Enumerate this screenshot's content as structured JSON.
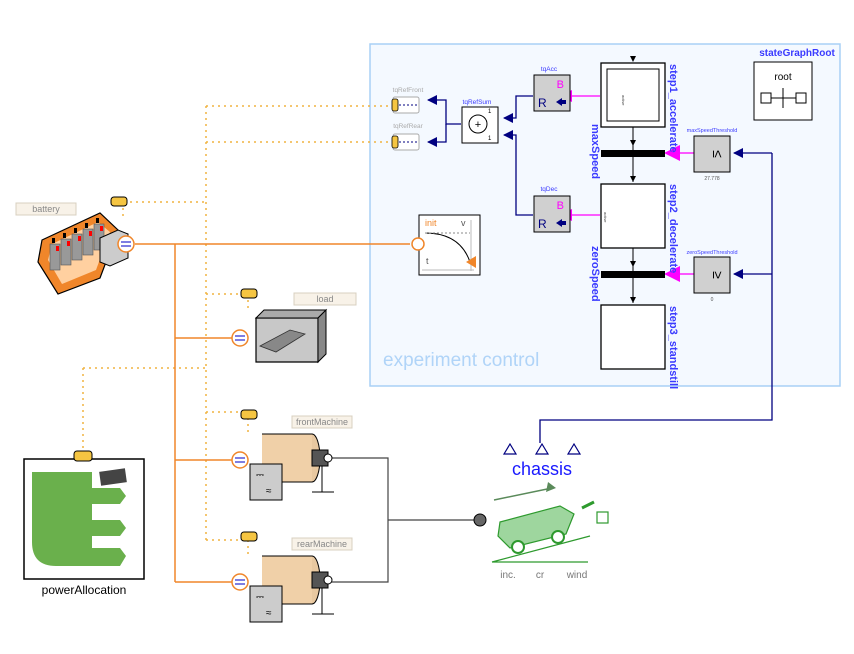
{
  "diagram": {
    "groups": {
      "experiment_control": {
        "label": "experiment control"
      }
    },
    "components": {
      "battery": {
        "label": "battery"
      },
      "load": {
        "label": "load"
      },
      "front_machine": {
        "label": "frontMachine"
      },
      "rear_machine": {
        "label": "rearMachine"
      },
      "power_allocation": {
        "label": "powerAllocation"
      },
      "chassis": {
        "label": "chassis",
        "port_labels": [
          "inc.",
          "cr",
          "wind"
        ]
      },
      "tq_ref_front": {
        "label": "tqRefFront"
      },
      "tq_ref_rear": {
        "label": "tqRefRear"
      },
      "tq_ref_sum": {
        "label": "tqRefSum",
        "input_gain_1": "1",
        "input_gain_2": "1",
        "symbol": "+"
      },
      "tq_acc": {
        "label": "tqAcc",
        "symbol_b": "B",
        "symbol_r": "R"
      },
      "tq_dec": {
        "label": "tqDec",
        "symbol_b": "B",
        "symbol_r": "R"
      },
      "speed_source": {
        "label_init": "init",
        "label_v": "v",
        "label_t": "t"
      },
      "step1": {
        "label": "step1_accelerate",
        "active_label": "active"
      },
      "step2": {
        "label": "step2_decelerate",
        "active_label": "active"
      },
      "step3": {
        "label": "step3_standstill"
      },
      "transition_max": {
        "label": "maxSpeed"
      },
      "transition_zero": {
        "label": "zeroSpeed"
      },
      "max_speed_threshold": {
        "label": "maxSpeedThreshold",
        "symbol": "≤",
        "value": "27.778"
      },
      "zero_speed_threshold": {
        "label": "zeroSpeedThreshold",
        "symbol": "≥",
        "value": "0"
      },
      "state_graph_root": {
        "label": "stateGraphRoot",
        "inner_label": "root"
      }
    },
    "colors": {
      "electric": "#f0862a",
      "bus": "#f0b440",
      "signal": "#000080",
      "boolean": "#ff00ff",
      "group_border": "#a8d0f5",
      "group_fill": "#f4f9ff",
      "group_label": "#b0d4f8",
      "name_blue": "#3a3aff",
      "chassis_green": "#2e9a2e"
    }
  }
}
